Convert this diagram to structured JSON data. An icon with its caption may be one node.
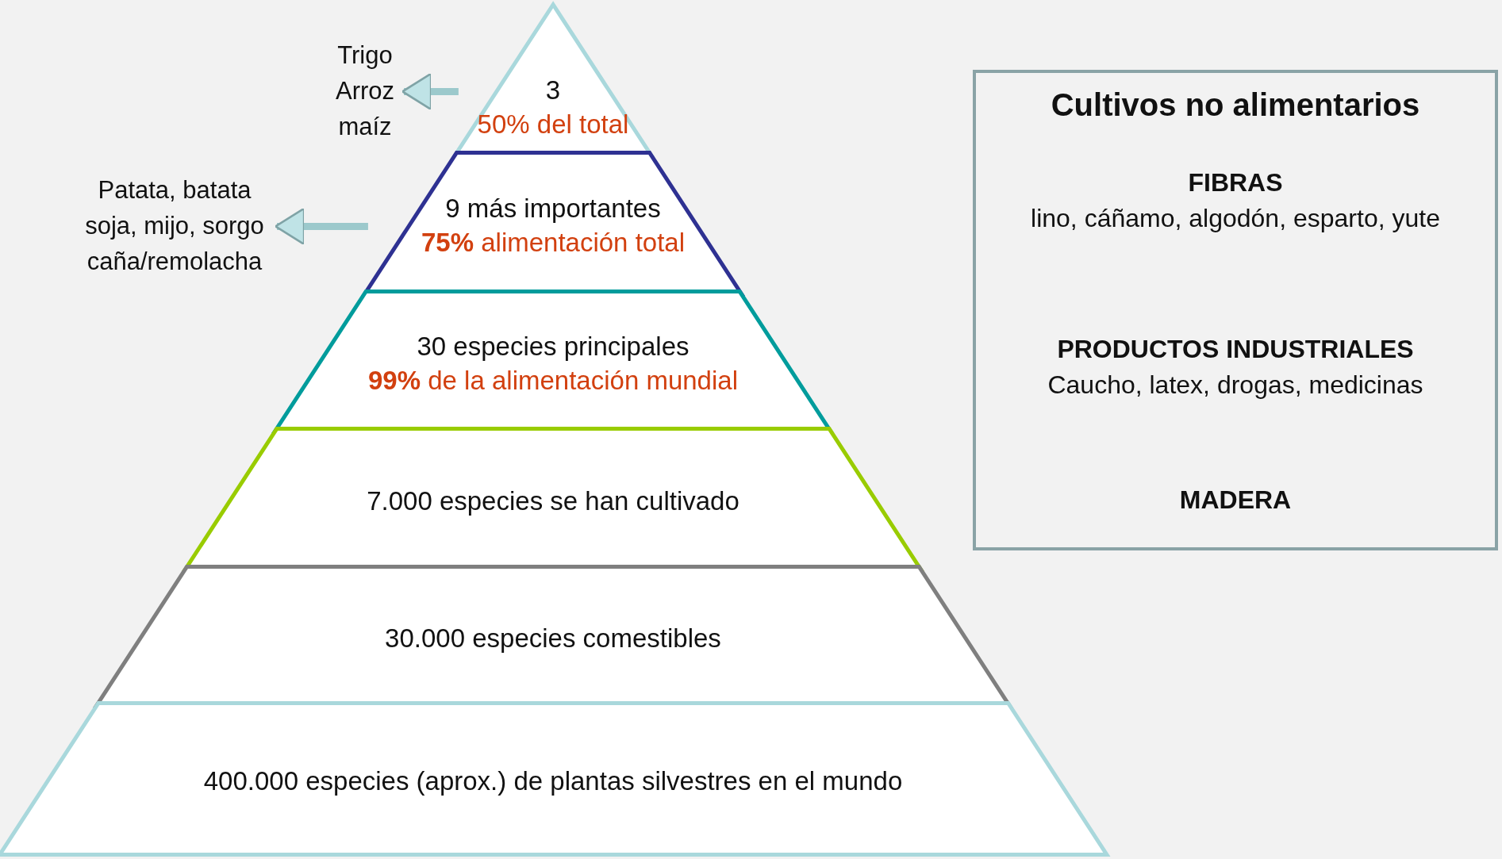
{
  "diagram": {
    "nodes": [
      {
        "text": [
          "3",
          "50% del total"
        ]
      },
      {
        "text": [
          "9 más importantes",
          "**75%** alimentación total"
        ]
      },
      {
        "text": [
          "30 especies principales",
          "**99%** de la alimentación mundial"
        ]
      },
      {
        "text": [
          "7.000 especies se han cultivado"
        ]
      },
      {
        "text": [
          "30.000 especies comestibles"
        ]
      },
      {
        "text": [
          "400.000 especies (aprox.) de plantas silvestres en el mundo"
        ]
      },
      {
        "text": [
          "Trigo Arroz maíz"
        ]
      },
      {
        "text": [
          "Patata, batata soja, mijo, sorgo caña/remolacha"
        ]
      },
      {
        "text": [
          "Cultivos no alimentarios",
          "FIBRAS",
          "lino, cáñamo, algodón, esparto, yute",
          "PRODUCTOS INDUSTRIALES",
          "Caucho, latex, drogas, medicinas",
          "MADERA"
        ]
      }
    ],
    "edges": [
      {
        "from": 0,
        "to": 6,
        "arrow": "to"
      },
      {
        "from": 1,
        "to": 7,
        "arrow": "to"
      }
    ]
  }
}
